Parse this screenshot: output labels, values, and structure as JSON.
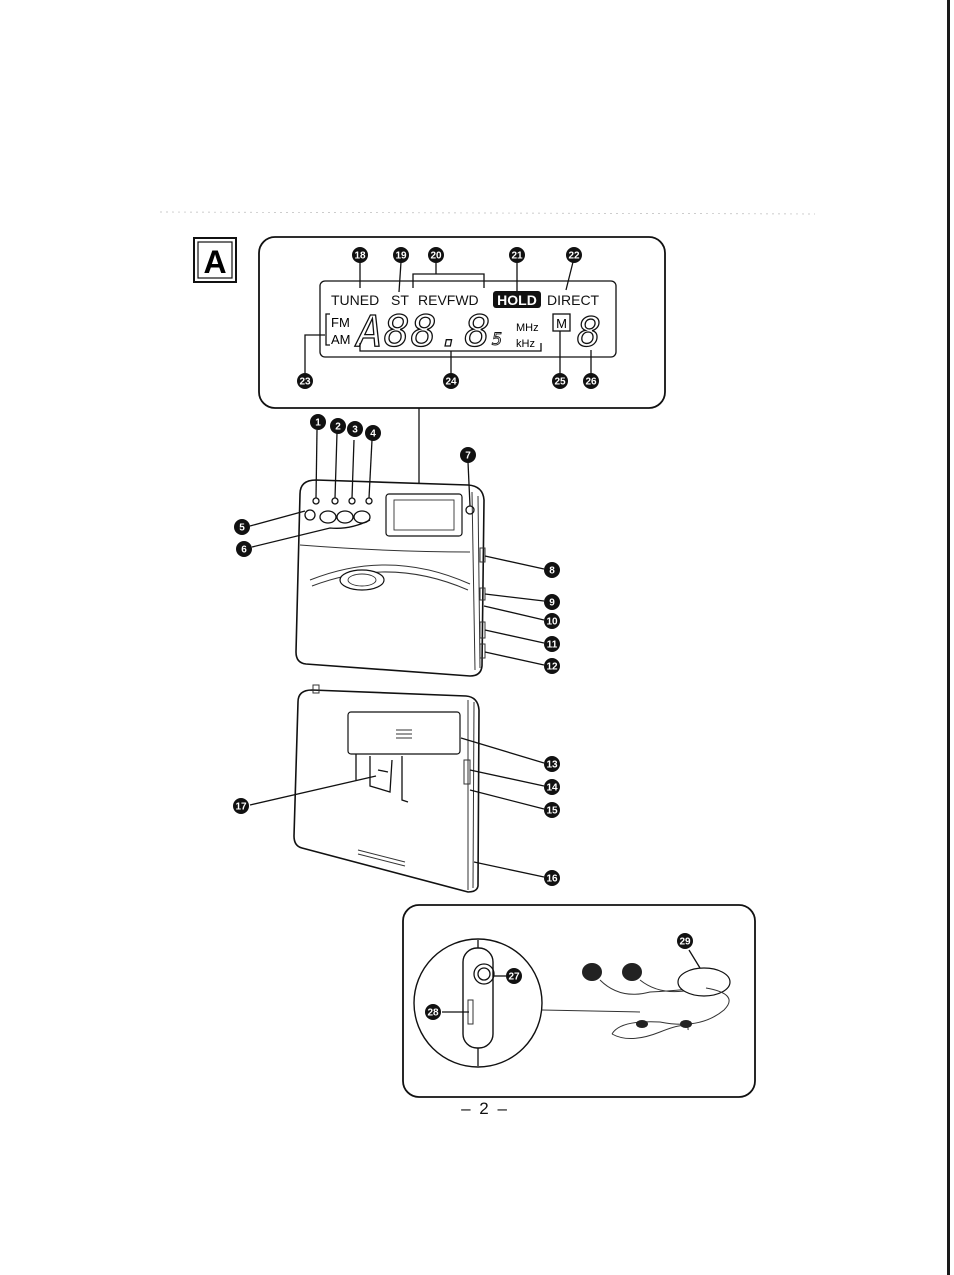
{
  "section_label": "A",
  "page_number": "– 2 –",
  "display": {
    "tuned": "TUNED",
    "st": "ST",
    "revfwd": "REVFWD",
    "hold": "HOLD",
    "direct": "DIRECT",
    "fm": "FM",
    "am": "AM",
    "mhz": "MHz",
    "khz": "kHz",
    "memory": "M",
    "freq_digits": "A88.8",
    "small_s": "5",
    "preset_digit": "8"
  },
  "callouts": {
    "n1": "1",
    "n2": "2",
    "n3": "3",
    "n4": "4",
    "n5": "5",
    "n6": "6",
    "n7": "7",
    "n8": "8",
    "n9": "9",
    "n10": "10",
    "n11": "11",
    "n12": "12",
    "n13": "13",
    "n14": "14",
    "n15": "15",
    "n16": "16",
    "n17": "17",
    "n18": "18",
    "n19": "19",
    "n20": "20",
    "n21": "21",
    "n22": "22",
    "n23": "23",
    "n24": "24",
    "n25": "25",
    "n26": "26",
    "n27": "27",
    "n28": "28",
    "n29": "29"
  }
}
